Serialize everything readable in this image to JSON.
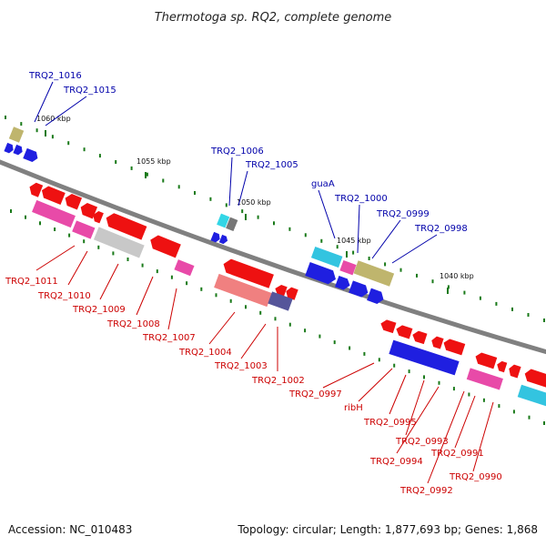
{
  "title": "Thermotoga sp. RQ2, complete genome",
  "footer": {
    "accession": "Accession: NC_010483",
    "stats": "Topology: circular; Length: 1,877,693 bp; Genes: 1,868"
  },
  "colors": {
    "backbone": "#808080",
    "label_top": "#0000aa",
    "label_bottom": "#cc0000",
    "tick": "#1a7a1a"
  },
  "kbp_labels": [
    "1060 kbp",
    "1055 kbp",
    "1050 kbp",
    "1045 kbp",
    "1040 kbp"
  ],
  "top_labels": [
    "TRQ2_1016",
    "TRQ2_1015",
    "TRQ2_1006",
    "TRQ2_1005",
    "guaA",
    "TRQ2_1000",
    "TRQ2_0999",
    "TRQ2_0998"
  ],
  "bottom_labels": [
    "TRQ2_1011",
    "TRQ2_1010",
    "TRQ2_1009",
    "TRQ2_1008",
    "TRQ2_1007",
    "TRQ2_1004",
    "TRQ2_1003",
    "TRQ2_1002",
    "TRQ2_0997",
    "ribH",
    "TRQ2_0995",
    "TRQ2_0993",
    "TRQ2_0994",
    "TRQ2_0991",
    "TRQ2_0992",
    "TRQ2_0990"
  ]
}
